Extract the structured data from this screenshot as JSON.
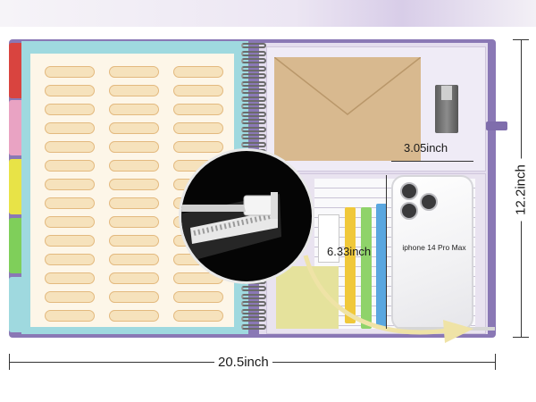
{
  "dimensions": {
    "width_label": "20.5inch",
    "height_label": "12.2inch",
    "pouch_width_label": "3.05inch",
    "pouch_height_label": "6.33inch"
  },
  "phone": {
    "label": "iphone 14 Pro Max"
  },
  "colors": {
    "cover": "#8a78b5",
    "left_page": "#9fd9df",
    "tabs": [
      "#d9443f",
      "#e9a3c3",
      "#e8e347",
      "#7fcf5a",
      "#9fd9df"
    ],
    "markers": [
      "#f0c83a",
      "#8fd36a",
      "#5aa7e0"
    ]
  }
}
